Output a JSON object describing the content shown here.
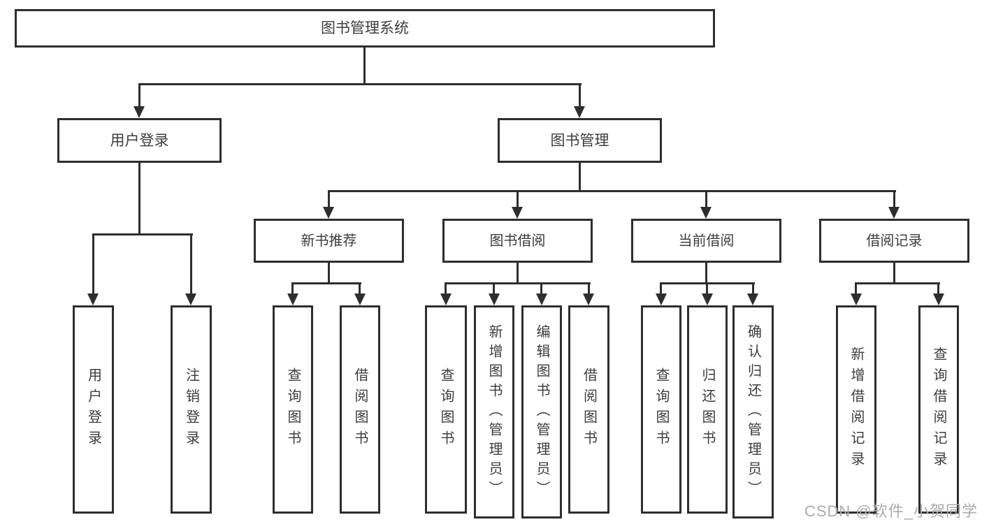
{
  "diagram": {
    "title": "图书管理系统",
    "branches": [
      {
        "label": "用户登录",
        "children": [
          {
            "label": "用户登录"
          },
          {
            "label": "注销登录"
          }
        ]
      },
      {
        "label": "图书管理",
        "children": [
          {
            "label": "新书推荐",
            "children": [
              {
                "label": "查询图书"
              },
              {
                "label": "借阅图书"
              }
            ]
          },
          {
            "label": "图书借阅",
            "children": [
              {
                "label": "查询图书"
              },
              {
                "label": "新增图书（管理员）"
              },
              {
                "label": "编辑图书（管理员）"
              },
              {
                "label": "借阅图书"
              }
            ]
          },
          {
            "label": "当前借阅",
            "children": [
              {
                "label": "查询图书"
              },
              {
                "label": "归还图书"
              },
              {
                "label": "确认归还（管理员）"
              }
            ]
          },
          {
            "label": "借阅记录",
            "children": [
              {
                "label": "新增借阅记录"
              },
              {
                "label": "查询借阅记录"
              }
            ]
          }
        ]
      }
    ]
  },
  "watermark": {
    "text": "CSDN @软件_小贺同学"
  },
  "colors": {
    "line_color": "#2e2e2e",
    "text_color": "#3d3d3d",
    "watermark_color": "#ababab"
  }
}
